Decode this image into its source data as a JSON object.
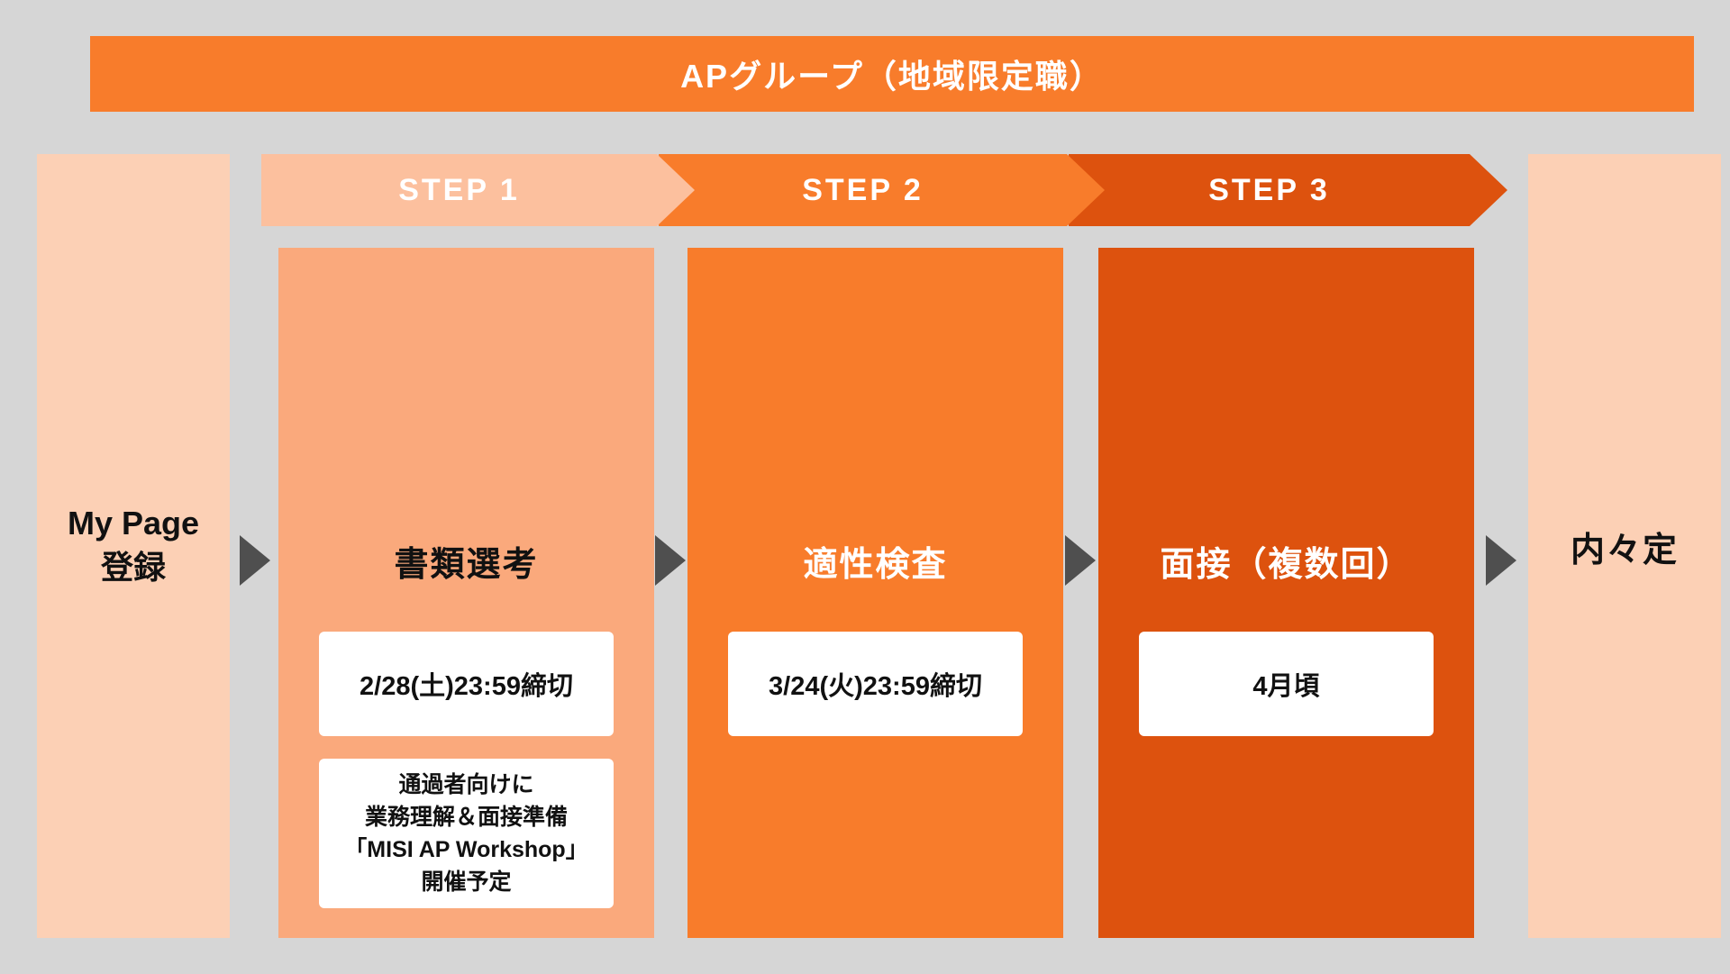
{
  "banner": {
    "title": "APグループ（地域限定職）"
  },
  "left_column": {
    "line1": "My Page",
    "line2": "登録"
  },
  "right_column": {
    "label": "内々定"
  },
  "steps": [
    {
      "header": "STEP 1",
      "title": "書類選考",
      "deadline": "2/28(土)23:59締切",
      "note_lines": [
        "通過者向けに",
        "業務理解＆面接準備",
        "「MISI AP Workshop」",
        "開催予定"
      ]
    },
    {
      "header": "STEP 2",
      "title": "適性検査",
      "deadline": "3/24(火)23:59締切"
    },
    {
      "header": "STEP 3",
      "title": "面接（複数回）",
      "deadline": "4月頃"
    }
  ],
  "colors": {
    "background_gray": "#d6d6d6",
    "banner_orange": "#f87c2b",
    "step1_light_peach": "#faa97c",
    "step1_header_peach": "#fcc09e",
    "step2_orange": "#f87c2b",
    "step3_dark_orange": "#dd520e",
    "side_column_peach": "#fcd0b5",
    "connector_gray": "#4f4f4f",
    "card_white": "#ffffff"
  }
}
